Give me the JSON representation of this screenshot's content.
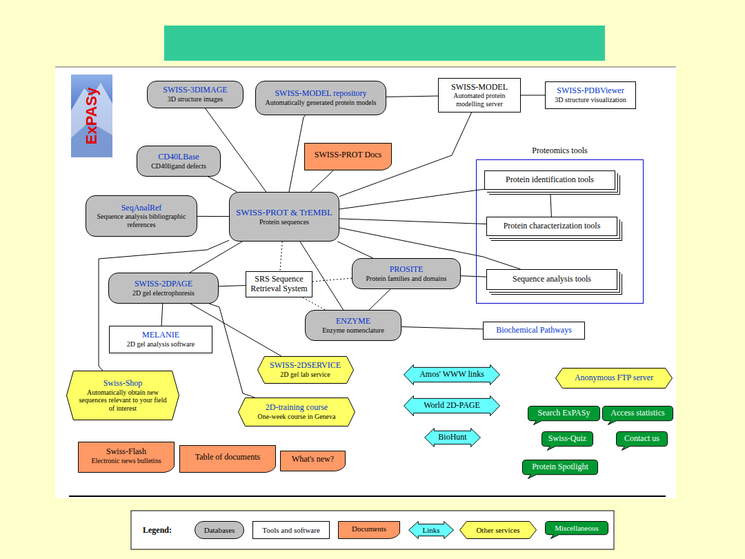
{
  "diagram": {
    "nodes": [
      {
        "text": [
          "SWISS-3DIMAGE",
          "3D structure images"
        ]
      },
      {
        "text": [
          "SWISS-MODEL repository",
          "Automatically generated protein models"
        ]
      },
      {
        "text": [
          "SWISS-MODEL",
          "Automated protein modelling server"
        ]
      },
      {
        "text": [
          "SWISS-PDBViewer",
          "3D structure visualization"
        ]
      },
      {
        "text": [
          "CD40LBase",
          "CD40ligand defects"
        ]
      },
      {
        "text": [
          "SWISS-PROT Docs"
        ]
      },
      {
        "text": [
          "Proteomics tools"
        ]
      },
      {
        "text": [
          "Protein identification tools"
        ],
        "in": 6
      },
      {
        "text": [
          "Protein characterization tools"
        ],
        "in": 6
      },
      {
        "text": [
          "Sequence analysis tools"
        ],
        "in": 6
      },
      {
        "text": [
          "SeqAnalRef",
          "Sequence analysis bibliographic references"
        ]
      },
      {
        "text": [
          "SWISS-PROT & TrEMBL",
          "Protein sequences"
        ]
      },
      {
        "text": [
          "SWISS-2DPAGE",
          "2D gel electrophoresis"
        ]
      },
      {
        "text": [
          "SRS Sequence Retrieval System"
        ]
      },
      {
        "text": [
          "PROSITE",
          "Protein families and domains"
        ]
      },
      {
        "text": [
          "ENZYME",
          "Enzyme nomenclature"
        ]
      },
      {
        "text": [
          "Biochemical Pathways"
        ]
      },
      {
        "text": [
          "MELANIE",
          "2D gel analysis software"
        ]
      },
      {
        "text": [
          "SWISS-2DSERVICE",
          "2D gel lab service"
        ]
      },
      {
        "text": [
          "Amos' WWW links"
        ]
      },
      {
        "text": [
          "Anonymous FTP server"
        ]
      },
      {
        "text": [
          "Swiss-Shop",
          "Automatically obtain new sequences relevant to your field of interest"
        ]
      },
      {
        "text": [
          "World 2D-PAGE"
        ]
      },
      {
        "text": [
          "2D-training course",
          "One-week course in Geneva"
        ]
      },
      {
        "text": [
          "BioHunt"
        ]
      },
      {
        "text": [
          "Search ExPASy"
        ]
      },
      {
        "text": [
          "Access statistics"
        ]
      },
      {
        "text": [
          "Swiss-Quiz"
        ]
      },
      {
        "text": [
          "Contact us"
        ]
      },
      {
        "text": [
          "Protein Spotlight"
        ]
      },
      {
        "text": [
          "Swiss-Flash",
          "Electronic news bulletins"
        ]
      },
      {
        "text": [
          "Table of documents"
        ]
      },
      {
        "text": [
          "What's new?"
        ]
      }
    ],
    "edges": [
      {
        "from": 0,
        "to": 11,
        "arrow": "none"
      },
      {
        "from": 1,
        "to": 11,
        "arrow": "none"
      },
      {
        "from": 1,
        "to": 2,
        "arrow": "none"
      },
      {
        "from": 2,
        "to": 3,
        "arrow": "none"
      },
      {
        "from": 2,
        "to": 11,
        "arrow": "none"
      },
      {
        "from": 4,
        "to": 11,
        "arrow": "none"
      },
      {
        "from": 5,
        "to": 11,
        "arrow": "none"
      },
      {
        "from": 10,
        "to": 11,
        "arrow": "none"
      },
      {
        "from": 11,
        "to": 7,
        "arrow": "none"
      },
      {
        "from": 11,
        "to": 8,
        "arrow": "none"
      },
      {
        "from": 11,
        "to": 9,
        "arrow": "none"
      },
      {
        "from": 7,
        "to": 8,
        "arrow": "none"
      },
      {
        "from": 11,
        "to": 12,
        "arrow": "none"
      },
      {
        "from": 11,
        "to": 13,
        "arrow": "none"
      },
      {
        "from": 11,
        "to": 14,
        "arrow": "none"
      },
      {
        "from": 11,
        "to": 15,
        "arrow": "none"
      },
      {
        "from": 12,
        "to": 13,
        "arrow": "none"
      },
      {
        "from": 13,
        "to": 14,
        "arrow": "none"
      },
      {
        "from": 13,
        "to": 15,
        "arrow": "none"
      },
      {
        "from": 12,
        "to": 17,
        "arrow": "none"
      },
      {
        "from": 12,
        "to": 18,
        "arrow": "none"
      },
      {
        "from": 12,
        "to": 23,
        "arrow": "none"
      },
      {
        "from": 21,
        "to": 11,
        "arrow": "none"
      },
      {
        "from": 14,
        "to": 9,
        "arrow": "none"
      },
      {
        "from": 14,
        "to": 15,
        "arrow": "none"
      },
      {
        "from": 15,
        "to": 16,
        "arrow": "none"
      }
    ],
    "labels": [
      "ExPASy",
      "Legend:"
    ],
    "legend": [
      {
        "text": "Databases",
        "color": "#c0c0c0"
      },
      {
        "text": "Tools and software",
        "color": "#ffffff"
      },
      {
        "text": "Documents",
        "color": "#ff9966"
      },
      {
        "text": "Links",
        "color": "#66ffff"
      },
      {
        "text": "Other services",
        "color": "#ffff66"
      },
      {
        "text": "Miscellaneous",
        "color": "#009933"
      }
    ]
  }
}
